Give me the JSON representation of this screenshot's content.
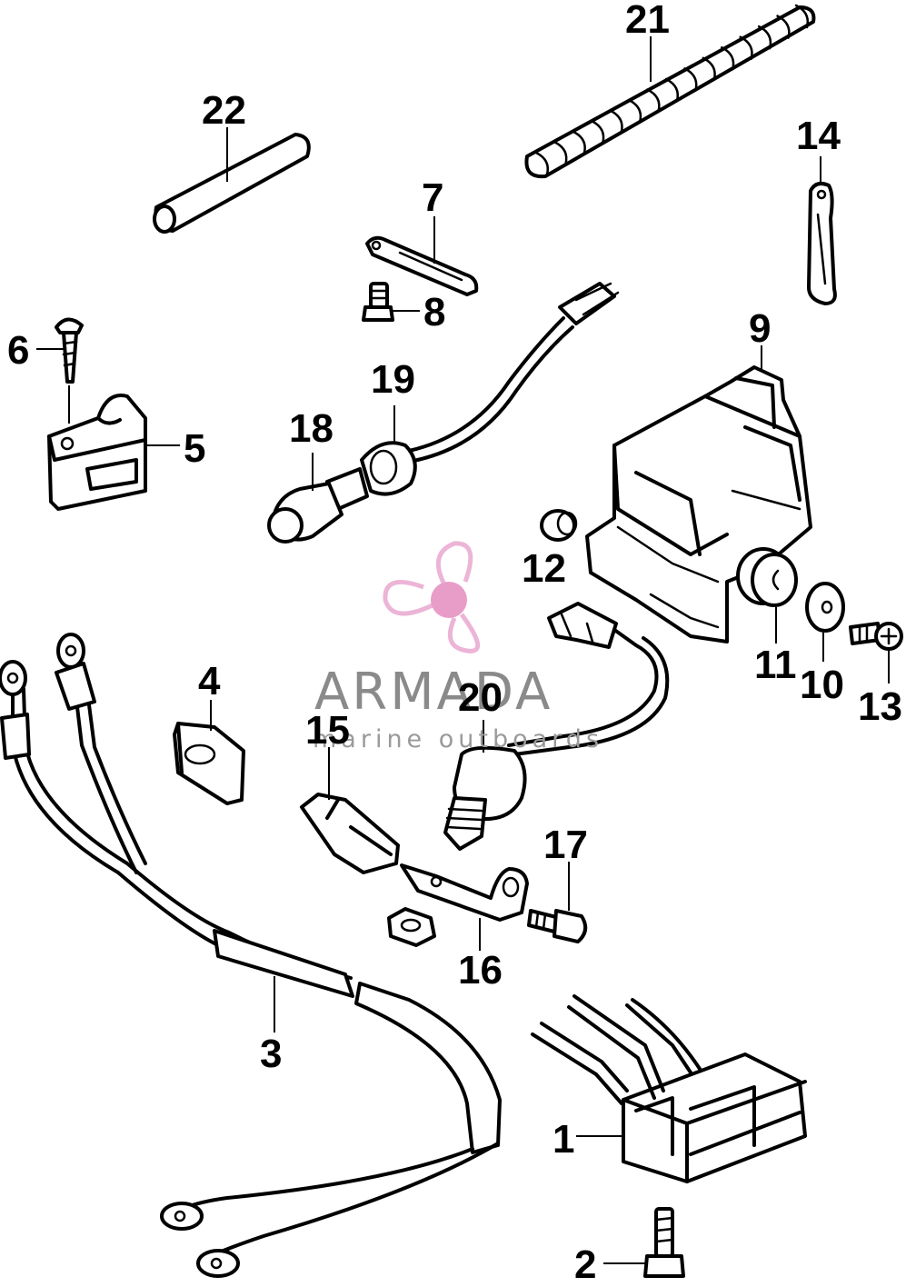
{
  "callouts": {
    "p1": "1",
    "p2": "2",
    "p3": "3",
    "p4": "4",
    "p5": "5",
    "p6": "6",
    "p7": "7",
    "p8": "8",
    "p9": "9",
    "p10": "10",
    "p11": "11",
    "p12": "12",
    "p13": "13",
    "p14": "14",
    "p15": "15",
    "p16": "16",
    "p17": "17",
    "p18": "18",
    "p19": "19",
    "p20": "20",
    "p21": "21",
    "p22": "22"
  },
  "watermark": {
    "brand": "ARMADA",
    "tagline": "marine outboards",
    "logo_color": "#e9a8cf",
    "logo_hub_color": "#e48cc0"
  }
}
